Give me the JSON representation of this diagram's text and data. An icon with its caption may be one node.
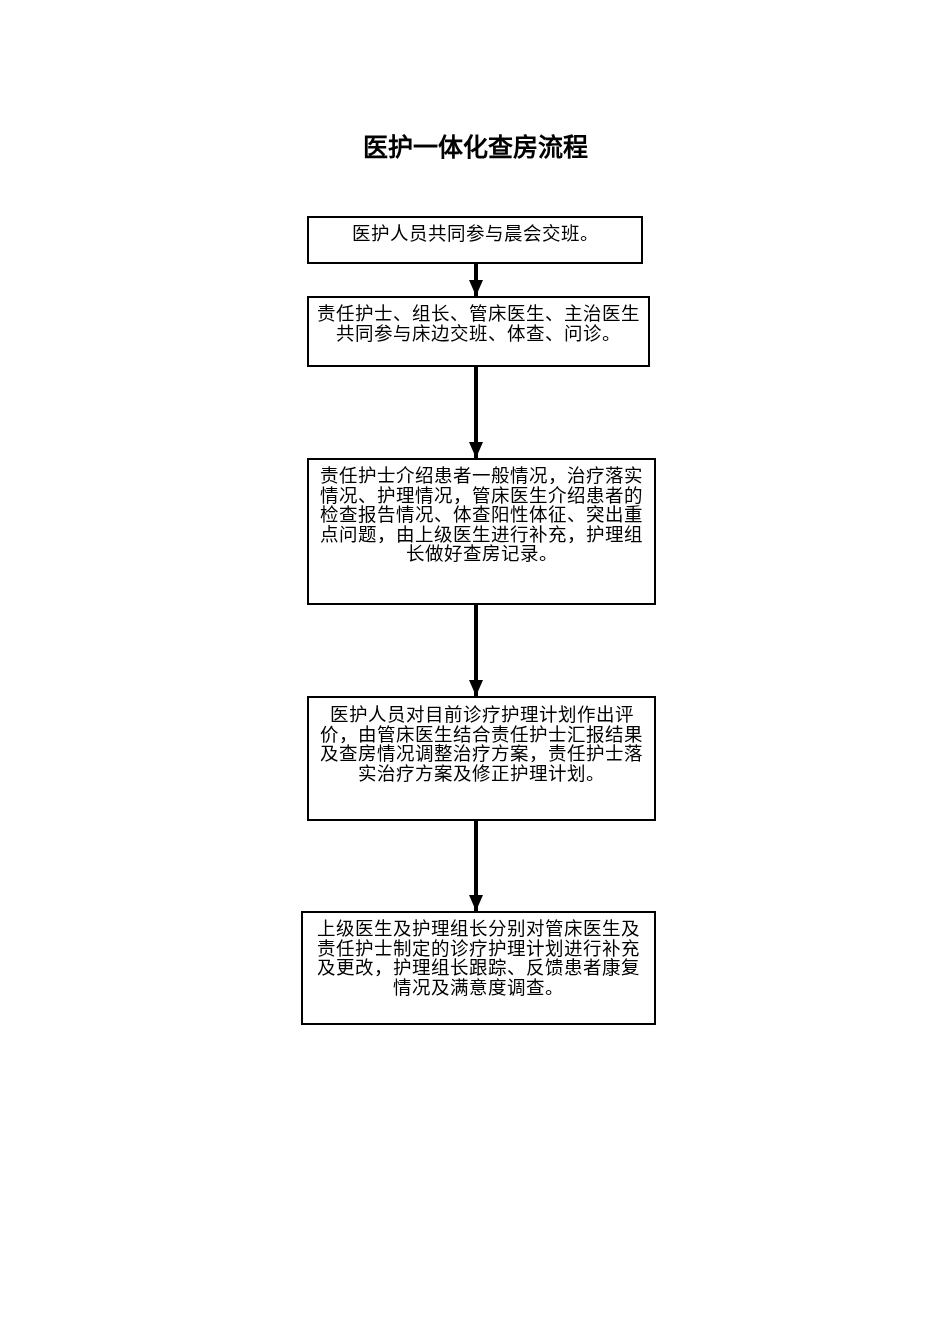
{
  "diagram": {
    "title": "医护一体化查房流程",
    "nodes": [
      {
        "text": [
          "医护人员共同参与晨会交班。"
        ]
      },
      {
        "text": [
          "责任护士、组长、管床医生、主治医生共同参与床边交班、体查、问诊。"
        ]
      },
      {
        "text": [
          "责任护士介绍患者一般情况，治疗落实情况、护理情况，管床医生介绍患者的检查报告情况、体查阳性体征、突出重点问题，由上级医生进行补充，护理组长做好查房记录。"
        ]
      },
      {
        "text": [
          "医护人员对目前诊疗护理计划作出评价，由管床医生结合责任护士汇报结果及查房情况调整治疗方案，责任护士落实治疗方案及修正护理计划。"
        ]
      },
      {
        "text": [
          "上级医生及护理组长分别对管床医生及责任护士制定的诊疗护理计划进行补充及更改，护理组长跟踪、反馈患者康复情况及满意度调查。"
        ]
      }
    ],
    "edges": [
      {
        "from": 0,
        "to": 1,
        "arrow": "to"
      },
      {
        "from": 1,
        "to": 2,
        "arrow": "to"
      },
      {
        "from": 2,
        "to": 3,
        "arrow": "to"
      },
      {
        "from": 3,
        "to": 4,
        "arrow": "to"
      }
    ]
  }
}
